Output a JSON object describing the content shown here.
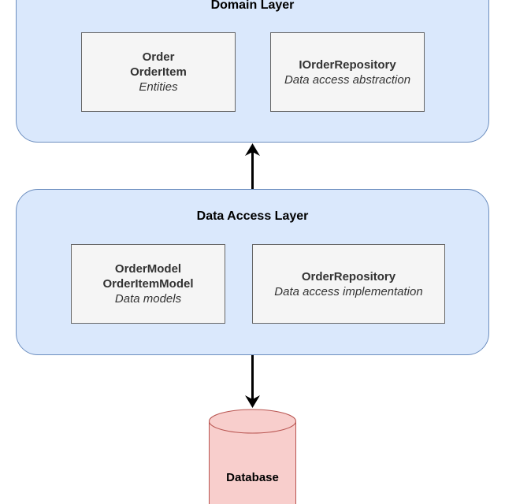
{
  "domain_layer": {
    "title": "Domain Layer",
    "entities_box": {
      "lines": [
        "Order",
        "OrderItem"
      ],
      "description": "Entities"
    },
    "repository_interface_box": {
      "lines": [
        "IOrderRepository"
      ],
      "description": "Data access abstraction"
    }
  },
  "data_access_layer": {
    "title": "Data Access Layer",
    "models_box": {
      "lines": [
        "OrderModel",
        "OrderItemModel"
      ],
      "description": "Data models"
    },
    "repository_box": {
      "lines": [
        "OrderRepository"
      ],
      "description": "Data access implementation"
    }
  },
  "database": {
    "label": "Database"
  },
  "colors": {
    "layer_fill": "#dae8fc",
    "layer_stroke": "#6c8ebf",
    "box_fill": "#f5f5f5",
    "box_stroke": "#666666",
    "database_fill": "#f8cecc",
    "database_stroke": "#b85450",
    "arrow": "#000000"
  }
}
